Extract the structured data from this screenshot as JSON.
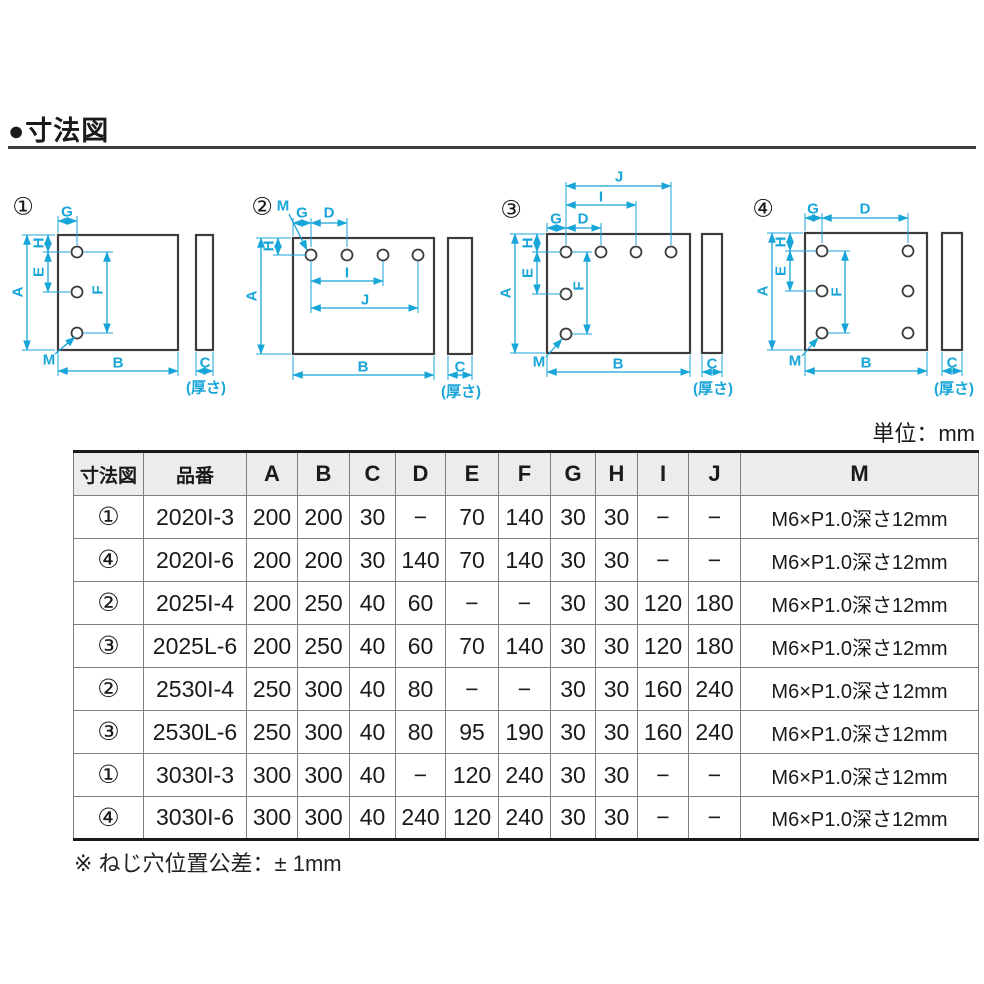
{
  "page": {
    "title": "●寸法図",
    "unit_label": "単位：mm",
    "footnote": "※ ねじ穴位置公差：± 1mm"
  },
  "colors": {
    "dimension_accent": "#18a5d8",
    "outline": "#3c3c3c",
    "header_bg": "#ececec"
  },
  "diagrams": [
    {
      "number": "①",
      "thickness": "(厚さ)",
      "labels": {
        "A": "A",
        "B": "B",
        "C": "C",
        "E": "E",
        "F": "F",
        "G": "G",
        "H": "H",
        "M": "M"
      }
    },
    {
      "number": "②",
      "thickness": "(厚さ)",
      "labels": {
        "A": "A",
        "B": "B",
        "C": "C",
        "D": "D",
        "G": "G",
        "H": "H",
        "I": "I",
        "J": "J",
        "M": "M"
      }
    },
    {
      "number": "③",
      "thickness": "(厚さ)",
      "labels": {
        "A": "A",
        "B": "B",
        "C": "C",
        "D": "D",
        "E": "E",
        "F": "F",
        "G": "G",
        "H": "H",
        "I": "I",
        "J": "J",
        "M": "M"
      }
    },
    {
      "number": "④",
      "thickness": "(厚さ)",
      "labels": {
        "A": "A",
        "B": "B",
        "C": "C",
        "D": "D",
        "E": "E",
        "F": "F",
        "G": "G",
        "H": "H",
        "M": "M"
      }
    }
  ],
  "table": {
    "headers": [
      "寸法図",
      "品番",
      "A",
      "B",
      "C",
      "D",
      "E",
      "F",
      "G",
      "H",
      "I",
      "J",
      "M"
    ],
    "rows": [
      [
        "①",
        "2020I-3",
        "200",
        "200",
        "30",
        "−",
        "70",
        "140",
        "30",
        "30",
        "−",
        "−",
        "M6×P1.0深さ12mm"
      ],
      [
        "④",
        "2020I-6",
        "200",
        "200",
        "30",
        "140",
        "70",
        "140",
        "30",
        "30",
        "−",
        "−",
        "M6×P1.0深さ12mm"
      ],
      [
        "②",
        "2025I-4",
        "200",
        "250",
        "40",
        "60",
        "−",
        "−",
        "30",
        "30",
        "120",
        "180",
        "M6×P1.0深さ12mm"
      ],
      [
        "③",
        "2025L-6",
        "200",
        "250",
        "40",
        "60",
        "70",
        "140",
        "30",
        "30",
        "120",
        "180",
        "M6×P1.0深さ12mm"
      ],
      [
        "②",
        "2530I-4",
        "250",
        "300",
        "40",
        "80",
        "−",
        "−",
        "30",
        "30",
        "160",
        "240",
        "M6×P1.0深さ12mm"
      ],
      [
        "③",
        "2530L-6",
        "250",
        "300",
        "40",
        "80",
        "95",
        "190",
        "30",
        "30",
        "160",
        "240",
        "M6×P1.0深さ12mm"
      ],
      [
        "①",
        "3030I-3",
        "300",
        "300",
        "40",
        "−",
        "120",
        "240",
        "30",
        "30",
        "−",
        "−",
        "M6×P1.0深さ12mm"
      ],
      [
        "④",
        "3030I-6",
        "300",
        "300",
        "40",
        "240",
        "120",
        "240",
        "30",
        "30",
        "−",
        "−",
        "M6×P1.0深さ12mm"
      ]
    ]
  }
}
